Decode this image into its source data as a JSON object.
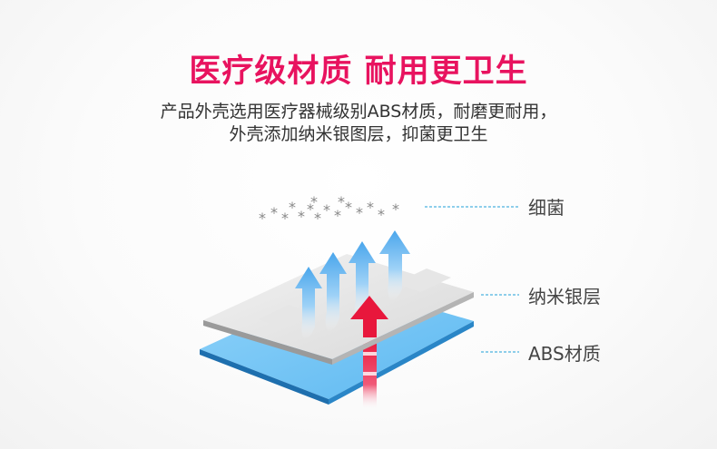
{
  "title": "医疗级材质 耐用更卫生",
  "subtitle_lines": [
    "产品外壳选用医疗器械级别ABS材质，耐磨更耐用，",
    "外壳添加纳米银图层，抑菌更卫生"
  ],
  "labels": {
    "bacteria": "细菌",
    "silver_layer": "纳米银层",
    "abs": "ABS材质"
  },
  "colors": {
    "title": "#e8135f",
    "abs_layer": "#6cc3f5",
    "silver_layer": "#dcdcdc",
    "blue_arrows": "#5ab0ee",
    "red_arrow": "#e8173c",
    "leader_lines": "#1fa0d8"
  },
  "icons": [
    "bacteria-dots",
    "up-arrow-blue",
    "up-arrow-red"
  ]
}
